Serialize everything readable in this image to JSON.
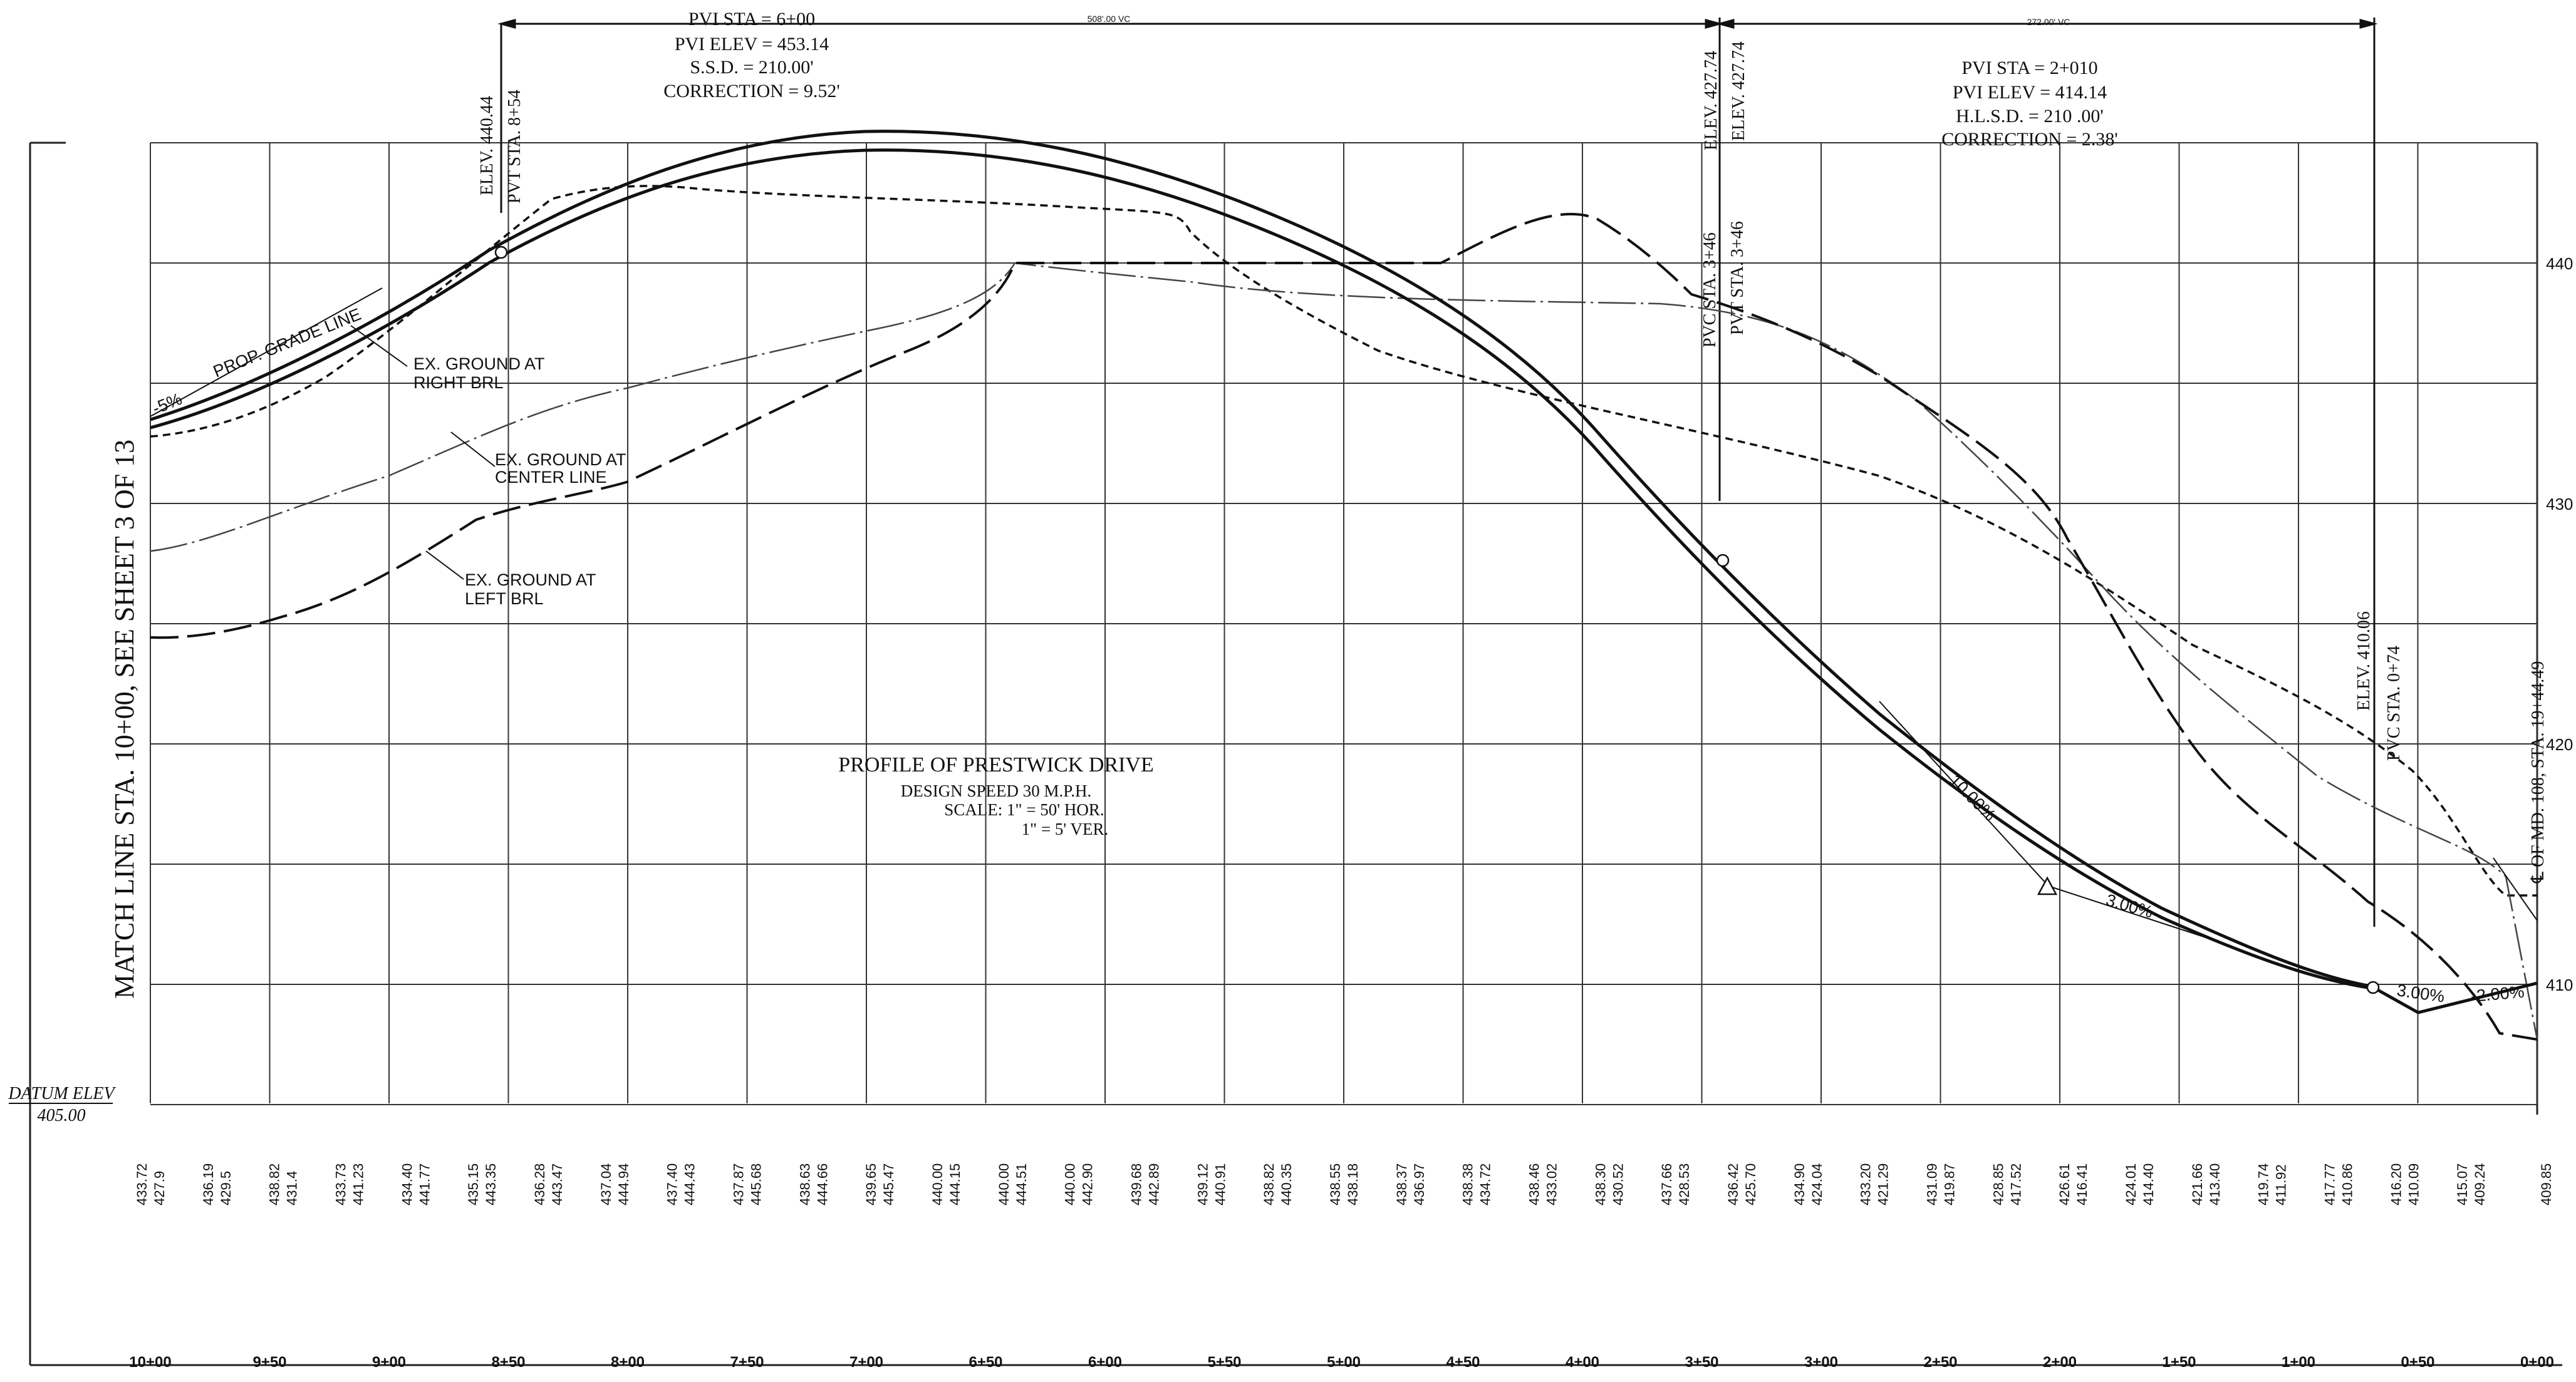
{
  "pvi_left": {
    "sta": "PVI STA = 6+00",
    "elev": "PVI ELEV = 453.14",
    "ssd": "S.S.D. = 210.00'",
    "correction": "CORRECTION = 9.52'",
    "vc": "508'.00 VC"
  },
  "pvi_right": {
    "sta": "PVI STA = 2+010",
    "elev": "PVI ELEV = 414.14",
    "hlsd": "H.L.S.D. = 210 .00'",
    "correction": "CORRECTION = 2.38'",
    "vc": "272.00' VC"
  },
  "callouts": {
    "pvt_left_elev": "ELEV. 440.44",
    "pvt_left_sta": "PVT STA. 8+54",
    "pvc_mid_sta": "PVC STA. 3+46",
    "pvt_mid_sta": "PVT STA. 3+46",
    "mid_elev_a": "ELEV. 427.74",
    "mid_elev_b": "ELEV. 427.74",
    "pvc_right_elev": "ELEV. 410.06",
    "pvc_right_sta": "PVC STA. 0+74",
    "match_right": "℄ OF MD. 108, STA. 19+44.49"
  },
  "labels": {
    "prop_grade": "PROP. GRADE LINE",
    "grade_left": "-5%",
    "ex_right_1": "EX. GROUND AT",
    "ex_right_2": "RIGHT BRL",
    "ex_center_1": "EX. GROUND AT",
    "ex_center_2": "CENTER LINE",
    "ex_left_1": "EX. GROUND AT",
    "ex_left_2": "LEFT BRL",
    "grade_10": "10.00%",
    "grade_3a": "3.00%",
    "grade_3b": "3.00%",
    "grade_neg2": "-2.00%"
  },
  "title_block": {
    "title": "PROFILE OF PRESTWICK DRIVE",
    "speed": "DESIGN SPEED 30 M.P.H.",
    "scale_h": "SCALE: 1\" = 50' HOR.",
    "scale_v": "1\" = 5' VER."
  },
  "match_line": "MATCH LINE STA. 10+00, SEE SHEET 3 OF 13",
  "datum": {
    "label": "DATUM ELEV",
    "value": "405.00"
  },
  "right_elev_labels": [
    "440",
    "430",
    "420",
    "410"
  ],
  "stations": [
    "10+00",
    "9+50",
    "9+00",
    "8+50",
    "8+00",
    "7+50",
    "7+00",
    "6+50",
    "6+00",
    "5+50",
    "5+00",
    "4+50",
    "4+00",
    "3+50",
    "3+00",
    "2+50",
    "2+00",
    "1+50",
    "1+00",
    "0+50",
    "0+00"
  ],
  "elevation_columns": [
    {
      "top": "433.72",
      "bottom": "427.9"
    },
    {
      "top": "436.19",
      "bottom": "429.5"
    },
    {
      "top": "438.82",
      "bottom": "431.4"
    },
    {
      "top": "433.73",
      "bottom": "441.23"
    },
    {
      "top": "434.40",
      "bottom": "441.77"
    },
    {
      "top": "435.15",
      "bottom": "443.35"
    },
    {
      "top": "436.28",
      "bottom": "443.47"
    },
    {
      "top": "437.04",
      "bottom": "444.94"
    },
    {
      "top": "437.40",
      "bottom": "444.43"
    },
    {
      "top": "437.87",
      "bottom": "445.68"
    },
    {
      "top": "438.63",
      "bottom": "444.66"
    },
    {
      "top": "439.65",
      "bottom": "445.47"
    },
    {
      "top": "440.00",
      "bottom": "444.15"
    },
    {
      "top": "440.00",
      "bottom": "444.51"
    },
    {
      "top": "440.00",
      "bottom": "442.90"
    },
    {
      "top": "439.68",
      "bottom": "442.89"
    },
    {
      "top": "439.12",
      "bottom": "440.91"
    },
    {
      "top": "438.82",
      "bottom": "440.35"
    },
    {
      "top": "438.55",
      "bottom": "438.18"
    },
    {
      "top": "438.37",
      "bottom": "436.97"
    },
    {
      "top": "438.38",
      "bottom": "434.72"
    },
    {
      "top": "438.46",
      "bottom": "433.02"
    },
    {
      "top": "438.30",
      "bottom": "430.52"
    },
    {
      "top": "437.66",
      "bottom": "428.53"
    },
    {
      "top": "436.42",
      "bottom": "425.70"
    },
    {
      "top": "434.90",
      "bottom": "424.04"
    },
    {
      "top": "433.20",
      "bottom": "421.29"
    },
    {
      "top": "431.09",
      "bottom": "419.87"
    },
    {
      "top": "428.85",
      "bottom": "417.52"
    },
    {
      "top": "426.61",
      "bottom": "416.41"
    },
    {
      "top": "424.01",
      "bottom": "414.40"
    },
    {
      "top": "421.66",
      "bottom": "413.40"
    },
    {
      "top": "419.74",
      "bottom": "411.92"
    },
    {
      "top": "417.77",
      "bottom": "410.86"
    },
    {
      "top": "416.20",
      "bottom": "410.09"
    },
    {
      "top": "415.07",
      "bottom": "409.24"
    },
    {
      "top": "",
      "bottom": "409.85"
    }
  ]
}
